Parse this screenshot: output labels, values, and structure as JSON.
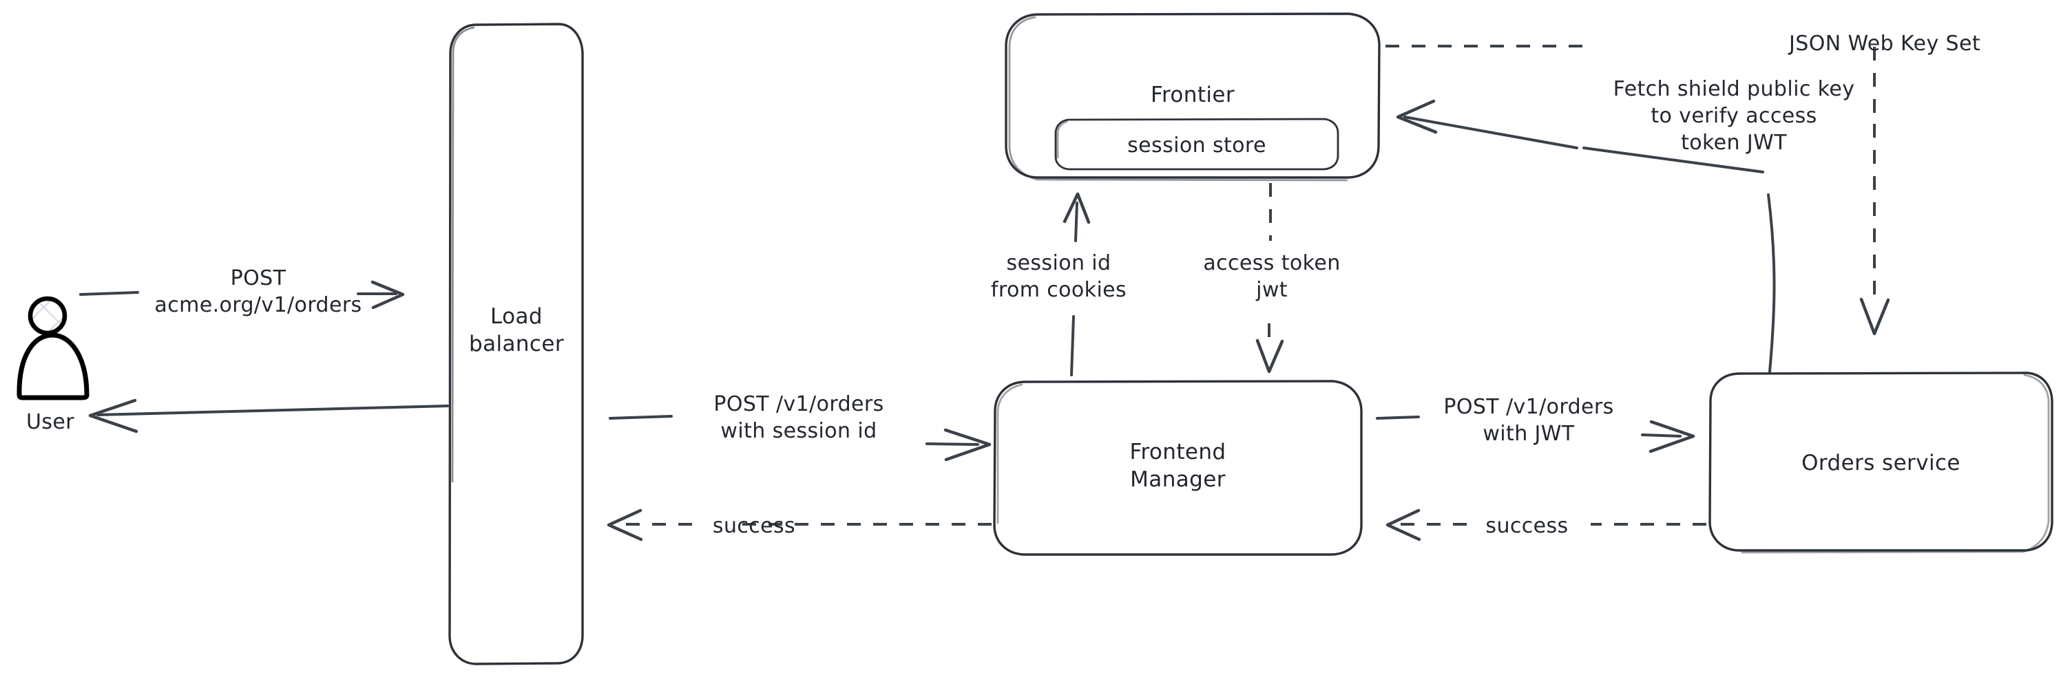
{
  "diagram": {
    "title": "Authentication request flow",
    "background_color": "#ffffff",
    "stroke_color": "#2d3239",
    "connector_color": "#3b4149",
    "actor_fill_pattern": "crosshatch",
    "actor_pattern_color": "#c7cfdb"
  },
  "nodes": {
    "user": {
      "label": "User",
      "shape": "actor"
    },
    "load_balancer": {
      "label": "Load\nbalancer",
      "line1": "Load",
      "line2": "balancer",
      "shape": "rounded-rect-tall"
    },
    "frontier": {
      "label": "Frontier",
      "shape": "rounded-rect",
      "child": {
        "label": "session store",
        "shape": "rounded-rect"
      }
    },
    "frontend_manager": {
      "label": "Frontend\nManager",
      "line1": "Frontend",
      "line2": "Manager",
      "shape": "rounded-rect"
    },
    "orders_service": {
      "label": "Orders service",
      "shape": "rounded-rect"
    }
  },
  "edges": [
    {
      "id": "user-to-lb",
      "from": "user",
      "to": "load_balancer",
      "style": "solid",
      "direction": "right",
      "label_line1": "POST",
      "label_line2": "acme.org/v1/orders"
    },
    {
      "id": "lb-to-user",
      "from": "load_balancer",
      "to": "user",
      "style": "solid",
      "direction": "left",
      "label_line1": "",
      "label_line2": ""
    },
    {
      "id": "lb-to-fm",
      "from": "load_balancer",
      "to": "frontend_manager",
      "style": "solid",
      "direction": "right",
      "label_line1": "POST /v1/orders",
      "label_line2": "with session id"
    },
    {
      "id": "fm-to-lb",
      "from": "frontend_manager",
      "to": "load_balancer",
      "style": "dashed",
      "direction": "left",
      "label_line1": "success",
      "label_line2": ""
    },
    {
      "id": "fm-to-frontier",
      "from": "frontend_manager",
      "to": "frontier",
      "style": "solid",
      "direction": "up",
      "label_line1": "session id",
      "label_line2": "from cookies"
    },
    {
      "id": "frontier-to-fm",
      "from": "frontier",
      "to": "frontend_manager",
      "style": "dashed",
      "direction": "down",
      "label_line1": "access token",
      "label_line2": "jwt"
    },
    {
      "id": "fm-to-orders",
      "from": "frontend_manager",
      "to": "orders_service",
      "style": "solid",
      "direction": "right",
      "label_line1": "POST /v1/orders",
      "label_line2": "with JWT"
    },
    {
      "id": "orders-to-fm",
      "from": "orders_service",
      "to": "frontend_manager",
      "style": "dashed",
      "direction": "left",
      "label_line1": "success",
      "label_line2": ""
    },
    {
      "id": "orders-to-frontier",
      "from": "orders_service",
      "to": "frontier",
      "style": "solid",
      "direction": "left",
      "label_line1": "Fetch shield public key",
      "label_line2": "to verify access",
      "label_line3": "token JWT"
    },
    {
      "id": "frontier-to-orders",
      "from": "frontier",
      "to": "orders_service",
      "style": "dashed",
      "direction": "down",
      "label_line1": "JSON Web Key Set",
      "label_line2": ""
    }
  ]
}
